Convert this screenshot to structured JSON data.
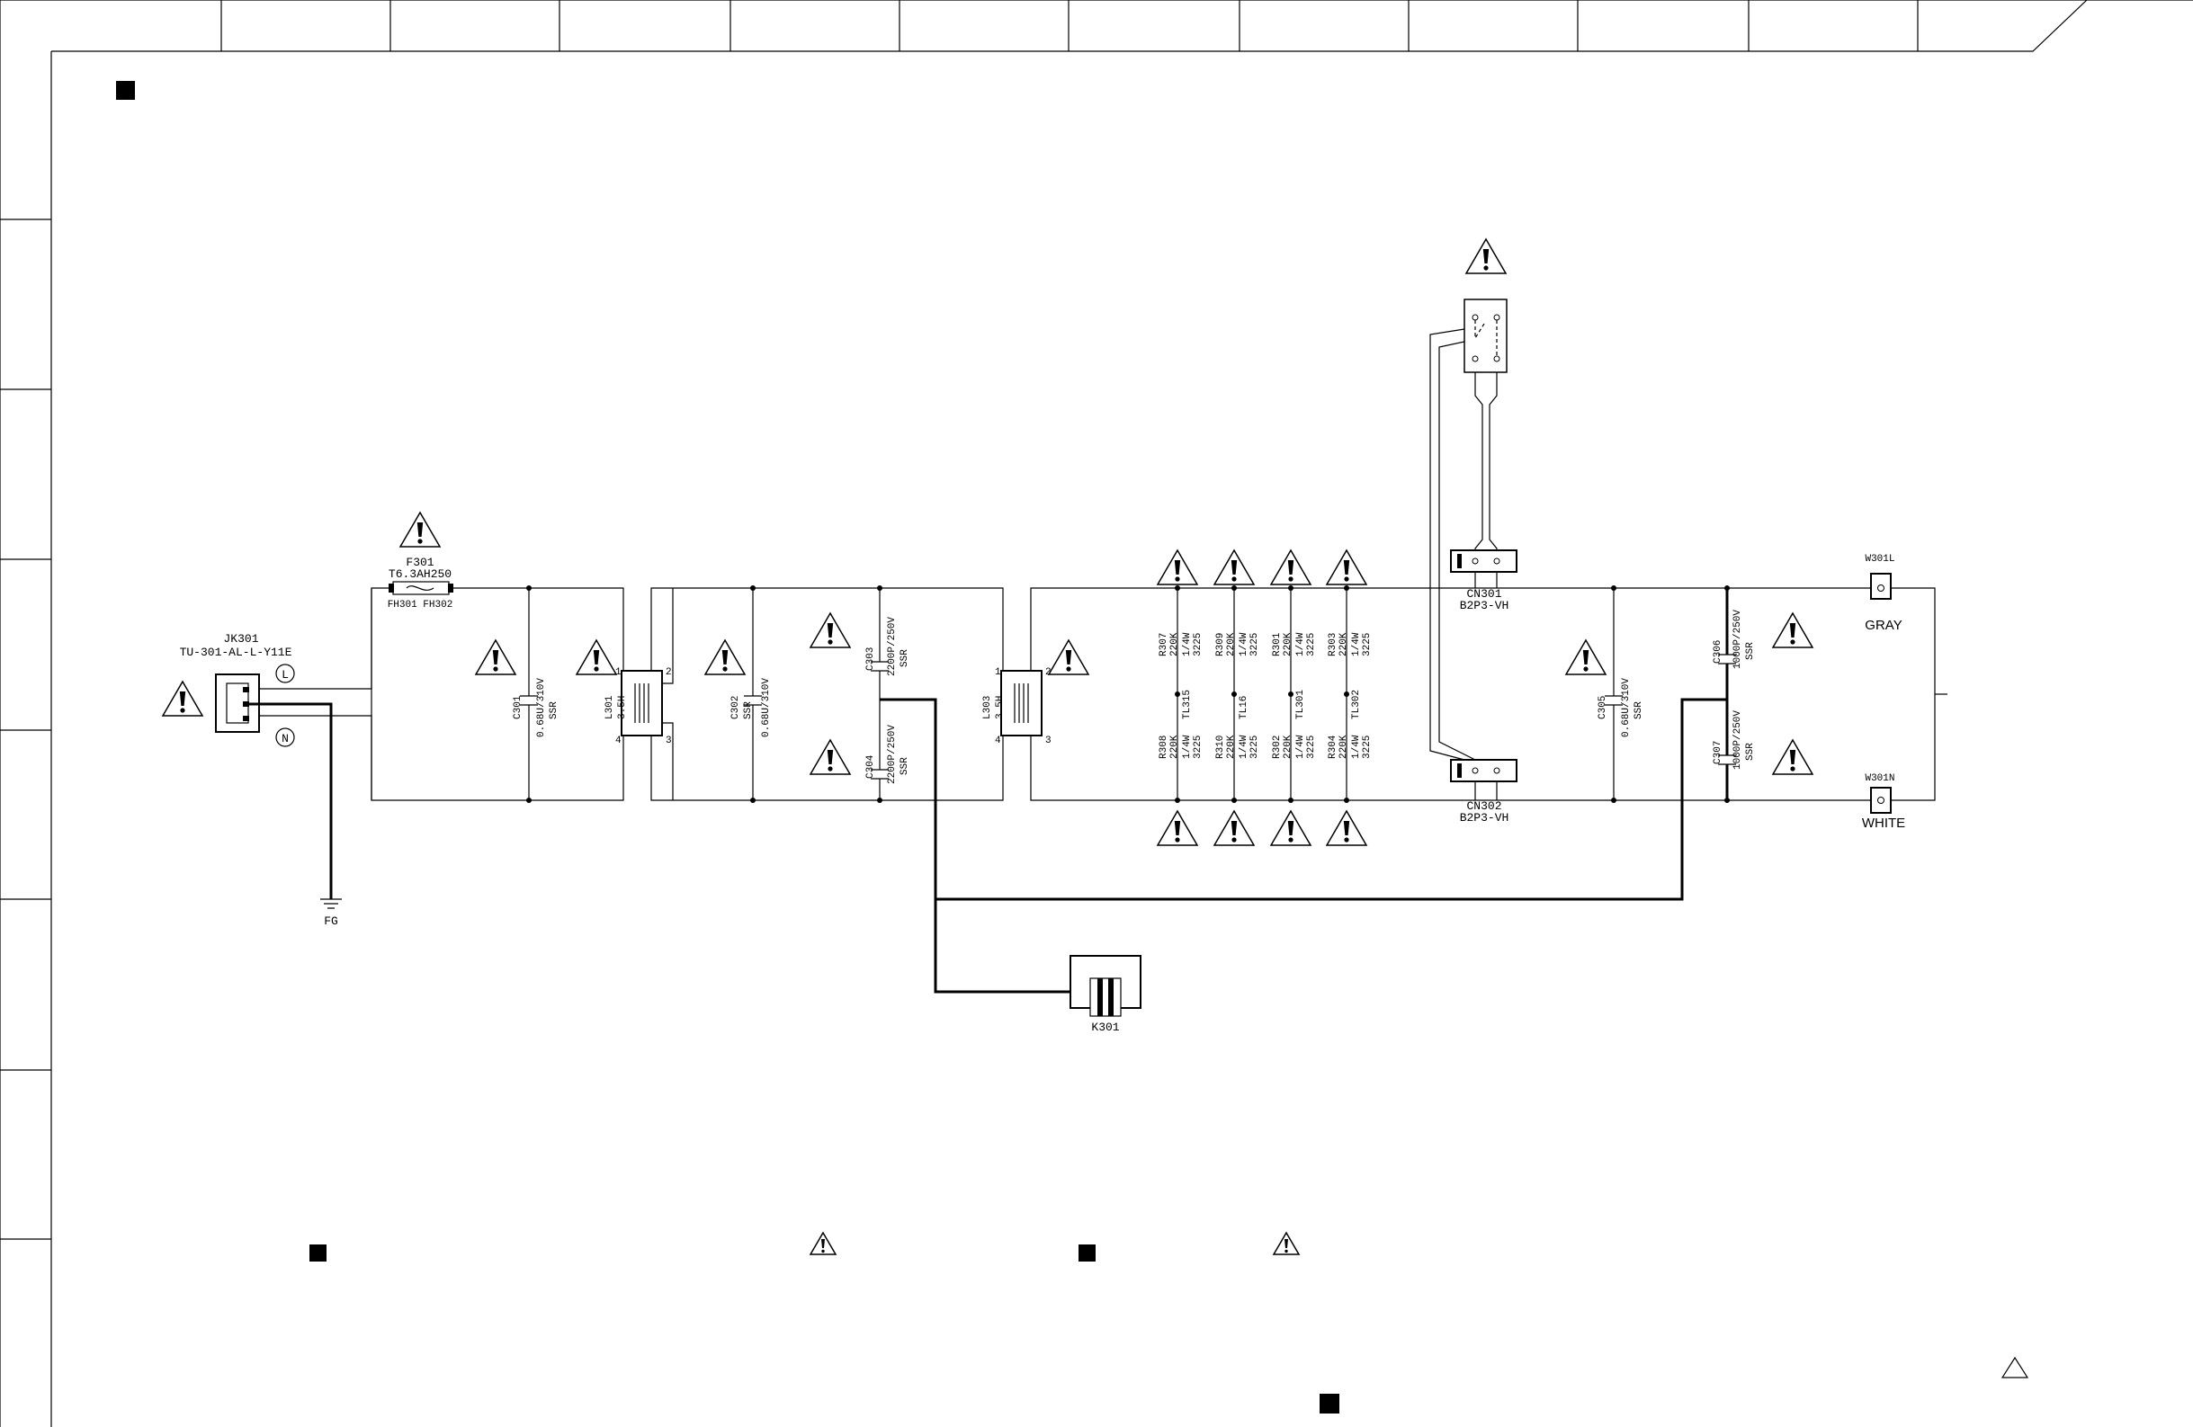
{
  "connectors": {
    "jk301": {
      "ref": "JK301",
      "part": "TU-301-AL-L-Y11E",
      "line": "L",
      "neutral": "N"
    },
    "fg": "FG",
    "cn301": {
      "ref": "CN301",
      "part": "B2P3-VH"
    },
    "cn302": {
      "ref": "CN302",
      "part": "B2P3-VH"
    },
    "w301l": {
      "ref": "W301L",
      "color": "GRAY"
    },
    "w301n": {
      "ref": "W301N",
      "color": "WHITE"
    },
    "k301": "K301"
  },
  "fuse": {
    "ref": "F301",
    "rating": "T6.3AH250",
    "holders": "FH301 FH302"
  },
  "capacitors": [
    {
      "ref": "C301",
      "value": "0.68U/310V",
      "type": "SSR"
    },
    {
      "ref": "C302",
      "value": "0.68U/310V",
      "type": "SSR"
    },
    {
      "ref": "C303",
      "value": "2200P/250V",
      "type": "SSR"
    },
    {
      "ref": "C304",
      "value": "2200P/250V",
      "type": "SSR"
    },
    {
      "ref": "C305",
      "value": "0.68U/310V",
      "type": "SSR"
    },
    {
      "ref": "C306",
      "value": "1000P/250V",
      "type": "SSR"
    },
    {
      "ref": "C307",
      "value": "1000P/250V",
      "type": "SSR"
    }
  ],
  "inductors": [
    {
      "ref": "L301",
      "value": "3.5H"
    },
    {
      "ref": "L303",
      "value": "3.5H"
    }
  ],
  "resistors": [
    {
      "ref": "R307",
      "value": "220K",
      "power": "1/4W",
      "size": "3225",
      "tl": "TL315"
    },
    {
      "ref": "R308",
      "value": "220K",
      "power": "1/4W",
      "size": "3225"
    },
    {
      "ref": "R309",
      "value": "220K",
      "power": "1/4W",
      "size": "3225",
      "tl": "TL16"
    },
    {
      "ref": "R310",
      "value": "220K",
      "power": "1/4W",
      "size": "3225"
    },
    {
      "ref": "R301",
      "value": "220K",
      "power": "1/4W",
      "size": "3225",
      "tl": "TL301"
    },
    {
      "ref": "R302",
      "value": "220K",
      "power": "1/4W",
      "size": "3225"
    },
    {
      "ref": "R303",
      "value": "220K",
      "power": "1/4W",
      "size": "3225",
      "tl": "TL302"
    },
    {
      "ref": "R304",
      "value": "220K",
      "power": "1/4W",
      "size": "3225"
    }
  ],
  "pins": {
    "p1": "1",
    "p2": "2",
    "p3": "3",
    "p4": "4"
  },
  "icons": [
    "warning-triangle-icon",
    "square-marker-icon",
    "triangle-marker-icon"
  ]
}
